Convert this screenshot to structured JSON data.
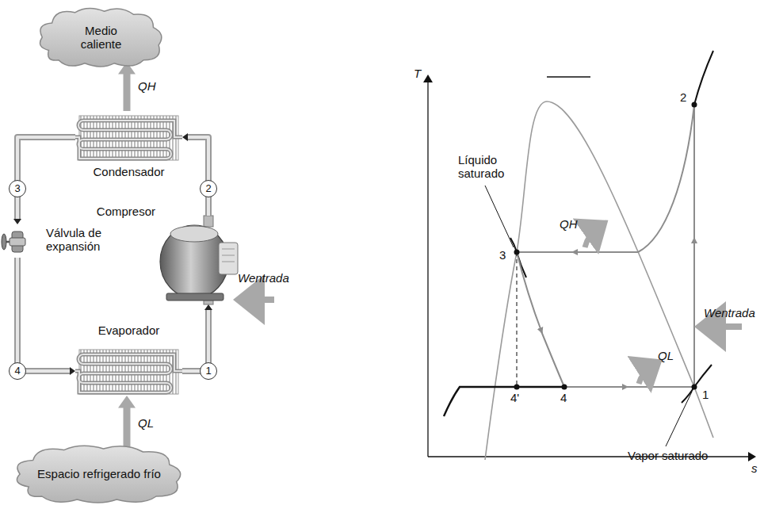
{
  "diagram": {
    "nodes": [
      {
        "text": [
          "Medio caliente"
        ]
      },
      {
        "text": [
          "Condensador"
        ]
      },
      {
        "text": [
          "Compresor"
        ]
      },
      {
        "text": [
          "Válvula de expansión"
        ]
      },
      {
        "text": [
          "Evaporador"
        ]
      },
      {
        "text": [
          "Espacio refrigerado frío"
        ]
      }
    ],
    "edges": [
      {
        "from": 1,
        "to": 0,
        "label": "QH",
        "arrow": "to"
      },
      {
        "from": 2,
        "to": 1,
        "arrow": "to"
      },
      {
        "from": 1,
        "to": 3,
        "arrow": "to"
      },
      {
        "from": 3,
        "to": 4,
        "arrow": "to"
      },
      {
        "from": 4,
        "to": 2,
        "arrow": "to"
      },
      {
        "from": 5,
        "to": 4,
        "label": "QL",
        "arrow": "to"
      }
    ],
    "labels": [
      "3",
      "2",
      "4",
      "1",
      "Wentrada",
      "T",
      "s",
      "Líquido saturado",
      "Vapor saturado",
      "QH",
      "QL",
      "Wentrada",
      "1",
      "2",
      "3",
      "4'",
      "4"
    ]
  }
}
